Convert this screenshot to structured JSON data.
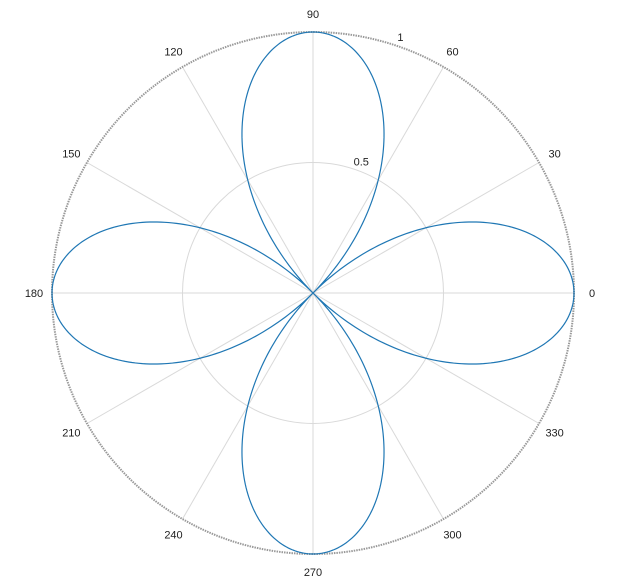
{
  "chart_data": {
    "type": "line",
    "subtype": "polar",
    "title": "",
    "angle_unit": "degrees",
    "angle_ticks": [
      0,
      30,
      60,
      90,
      120,
      150,
      180,
      210,
      240,
      270,
      300,
      330
    ],
    "angle_tick_labels": [
      "0",
      "30",
      "60",
      "90",
      "120",
      "150",
      "180",
      "210",
      "240",
      "270",
      "300",
      "330"
    ],
    "radial_ticks": [
      0.5,
      1
    ],
    "radial_tick_labels": [
      "0.5",
      "1"
    ],
    "rlim": [
      0,
      1
    ],
    "grid": true,
    "legend": "none",
    "series": [
      {
        "equation": "r = |cos(2θ)|",
        "theta_deg": [
          0,
          15,
          30,
          45,
          60,
          75,
          90,
          105,
          120,
          135,
          150,
          165,
          180,
          195,
          210,
          225,
          240,
          255,
          270,
          285,
          300,
          315,
          330,
          345,
          360
        ],
        "r": [
          1.0,
          0.866,
          0.5,
          0.0,
          0.5,
          0.866,
          1.0,
          0.866,
          0.5,
          0.0,
          0.5,
          0.866,
          1.0,
          0.866,
          0.5,
          0.0,
          0.5,
          0.866,
          1.0,
          0.866,
          0.5,
          0.0,
          0.5,
          0.866,
          1.0
        ],
        "color": "#1f77b4"
      }
    ],
    "colors": {
      "curve": "#1f77b4",
      "grid": "#d9d9d9",
      "outer_circle": "#999999",
      "text": "#222222"
    }
  }
}
